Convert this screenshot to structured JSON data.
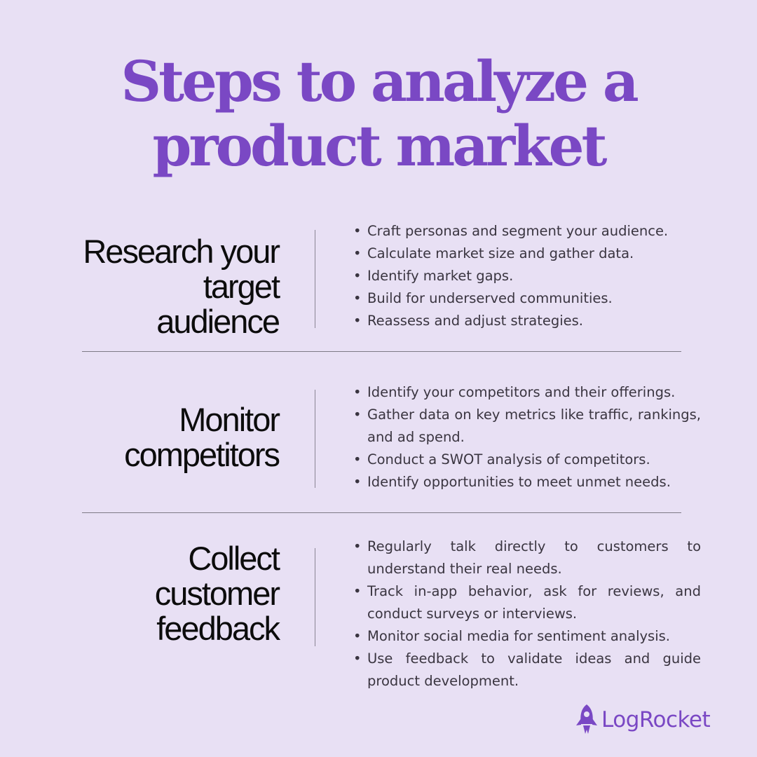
{
  "title": {
    "line1": "Steps to analyze a",
    "line2": "product market"
  },
  "sections": [
    {
      "heading": [
        "Research your",
        "target",
        "audience"
      ],
      "bullets": [
        "Craft personas and segment your audience.",
        "Calculate market size and gather data.",
        "Identify market gaps.",
        "Build for underserved communities.",
        "Reassess and adjust strategies."
      ]
    },
    {
      "heading": [
        "Monitor",
        "competitors"
      ],
      "bullets": [
        "Identify your competitors and their offerings.",
        "Gather data on key metrics like traffic, rankings, and ad spend.",
        "Conduct a SWOT analysis of competitors.",
        "Identify opportunities to meet unmet needs."
      ]
    },
    {
      "heading": [
        "Collect",
        "customer",
        "feedback"
      ],
      "bullets": [
        "Regularly talk directly to customers to understand their real needs.",
        "Track in-app behavior, ask for reviews, and conduct surveys or interviews.",
        "Monitor social media for sentiment analysis.",
        "Use feedback to validate ideas and guide product development."
      ]
    }
  ],
  "bullet_glyph": "•",
  "logo": {
    "text": "LogRocket",
    "icon": "rocket-icon"
  },
  "colors": {
    "background": "#e8e0f4",
    "accent": "#7a48c4",
    "heading_text": "#0c0c0c",
    "body_text": "#3a3540"
  }
}
